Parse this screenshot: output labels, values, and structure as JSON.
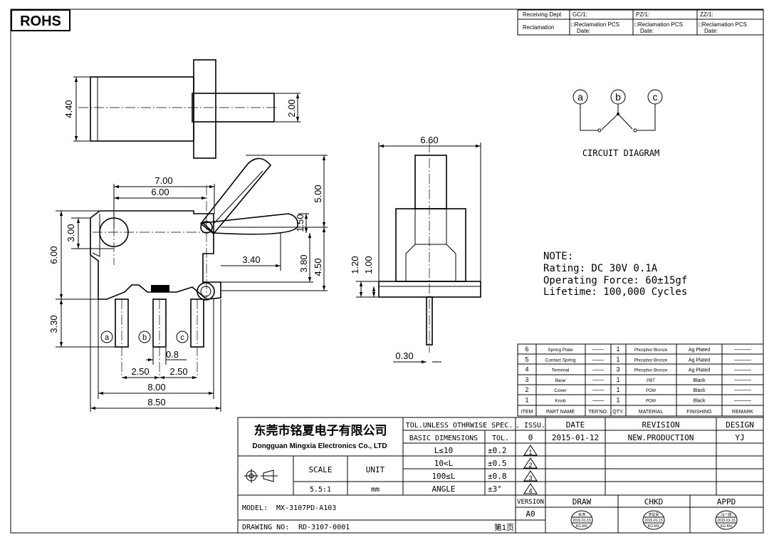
{
  "rohs": "ROHS",
  "receiving": {
    "dept_label": "Receiving Dept",
    "reclamation_label": "Reclamation",
    "cols": [
      {
        "head": "GC/1:",
        "line1": "□Reclamation  PCS",
        "line2": "Date:"
      },
      {
        "head": "PZ/1:",
        "line1": "□Reclamation  PCS",
        "line2": "Date:"
      },
      {
        "head": "ZZ/1:",
        "line1": "□Reclamation  PCS",
        "line2": "Date:"
      }
    ]
  },
  "dims": {
    "top_440": "4.40",
    "top_200": "2.00",
    "d700": "7.00",
    "d600_top": "6.00",
    "d500": "5.00",
    "d150": "1.50",
    "d300": "3.00",
    "d600_left": "6.00",
    "d340": "3.40",
    "d380": "3.80",
    "d450": "4.50",
    "d330": "3.30",
    "d08": "0.8",
    "d250a": "2.50",
    "d250b": "2.50",
    "d800": "8.00",
    "d850": "8.50",
    "d660": "6.60",
    "d120": "1.20",
    "d100": "1.00",
    "d030": "0.30"
  },
  "terminals": [
    "a",
    "b",
    "c"
  ],
  "circuit": {
    "labels": [
      "a",
      "b",
      "c"
    ],
    "title": "CIRCUIT  DIAGRAM"
  },
  "note": {
    "title": "NOTE:",
    "rating": "Rating: DC 30V 0.1A",
    "force": "Operating Force: 60±15gf",
    "lifetime": "Lifetime: 100,000 Cycles"
  },
  "bom": {
    "header": [
      "ITEM",
      "PART NAME",
      "TER'NO.",
      "QTY.",
      "MATERIAL",
      "FINISHING",
      "REMARK"
    ],
    "rows": [
      {
        "item": "6",
        "part": "Spring Plate",
        "ter": "——",
        "qty": "1",
        "material": "Phosphor Bronze",
        "finish": "Ag Plated",
        "remark": "———"
      },
      {
        "item": "5",
        "part": "Contact Spring",
        "ter": "——",
        "qty": "1",
        "material": "Phosphor Bronze",
        "finish": "Ag Plated",
        "remark": "———"
      },
      {
        "item": "4",
        "part": "Terminal",
        "ter": "——",
        "qty": "3",
        "material": "Phosphor Bronze",
        "finish": "Ag Plated",
        "remark": "———"
      },
      {
        "item": "3",
        "part": "Base",
        "ter": "——",
        "qty": "1",
        "material": "PBT",
        "finish": "Black",
        "remark": "———"
      },
      {
        "item": "2",
        "part": "Cover",
        "ter": "——",
        "qty": "1",
        "material": "POM",
        "finish": "Black",
        "remark": "———"
      },
      {
        "item": "1",
        "part": "Knob",
        "ter": "——",
        "qty": "1",
        "material": "POM",
        "finish": "Black",
        "remark": "———"
      }
    ]
  },
  "title_block": {
    "company_cn": "东莞市铭夏电子有限公司",
    "company_en": "Dongguan Mingxia Electronics Co., LTD",
    "tol_title": "TOL.UNLESS OTHRWISE SPEC.",
    "basic_dim": "BASIC DIMENSIONS",
    "tol": "TOL.",
    "tol_rows": [
      {
        "range": "L≤10",
        "val": "±0.2"
      },
      {
        "range": "10<L",
        "val": "±0.5"
      },
      {
        "range": "100≤L",
        "val": "±0.8"
      },
      {
        "range": "ANGLE",
        "val": "±3°"
      }
    ],
    "scale_label": "SCALE",
    "unit_label": "UNIT",
    "scale": "5.5:1",
    "unit": "mm",
    "issu": ". ISSU.",
    "date_h": "DATE",
    "revision_h": "REVISION",
    "design_h": "DESIGN",
    "issue": "0",
    "date": "2015-01-12",
    "revision": "NEW.PRODUCTION",
    "design": "YJ",
    "rev_marks": [
      "1",
      "2",
      "3",
      "4"
    ],
    "version_label": "VERSION",
    "version": "A0",
    "draw": "DRAW",
    "chkd": "CHKD",
    "appd": "APPD",
    "stamps": [
      {
        "name": "余涛",
        "date": "2015-01-15",
        "code": "KG-MX"
      },
      {
        "name": "李星民",
        "date": "2015-01-15",
        "code": "KG-MX"
      },
      {
        "name": "马一建",
        "date": "2015-01-15",
        "code": "KG-MX"
      }
    ],
    "model_label": "MODEL:",
    "model": "MX-3107PD-A103",
    "drawing_label": "DRAWING NO:",
    "drawing_no": "RD-3107-0001",
    "page": "第1页"
  }
}
